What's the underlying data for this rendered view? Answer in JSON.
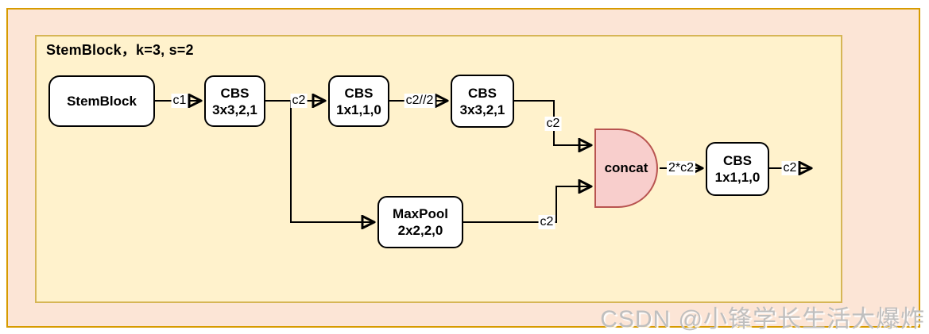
{
  "diagram": {
    "title": "StemBlock，k=3, s=2",
    "nodes": {
      "stemblock": {
        "label": "StemBlock"
      },
      "cbs1": {
        "line1": "CBS",
        "line2": "3x3,2,1"
      },
      "cbs2": {
        "line1": "CBS",
        "line2": "1x1,1,0"
      },
      "cbs3": {
        "line1": "CBS",
        "line2": "3x3,2,1"
      },
      "maxpool": {
        "line1": "MaxPool",
        "line2": "2x2,2,0"
      },
      "concat": {
        "label": "concat"
      },
      "cbs4": {
        "line1": "CBS",
        "line2": "1x1,1,0"
      }
    },
    "edge_labels": {
      "c1": "c1",
      "c2_main": "c2",
      "c2_half": "c2//2",
      "c2_top": "c2",
      "c2_bottom": "c2",
      "two_c2": "2*c2",
      "c2_out": "c2"
    },
    "colors": {
      "outer_fill": "#fce5d6",
      "outer_border": "#d79b00",
      "inner_fill": "#fff2cc",
      "inner_border": "#d6b656",
      "node_fill": "#ffffff",
      "node_border": "#000000",
      "concat_fill": "#f8cecc",
      "concat_border": "#b85450",
      "wire": "#000000"
    }
  },
  "watermark": {
    "text": "CSDN @小锋学长生活大爆炸"
  }
}
